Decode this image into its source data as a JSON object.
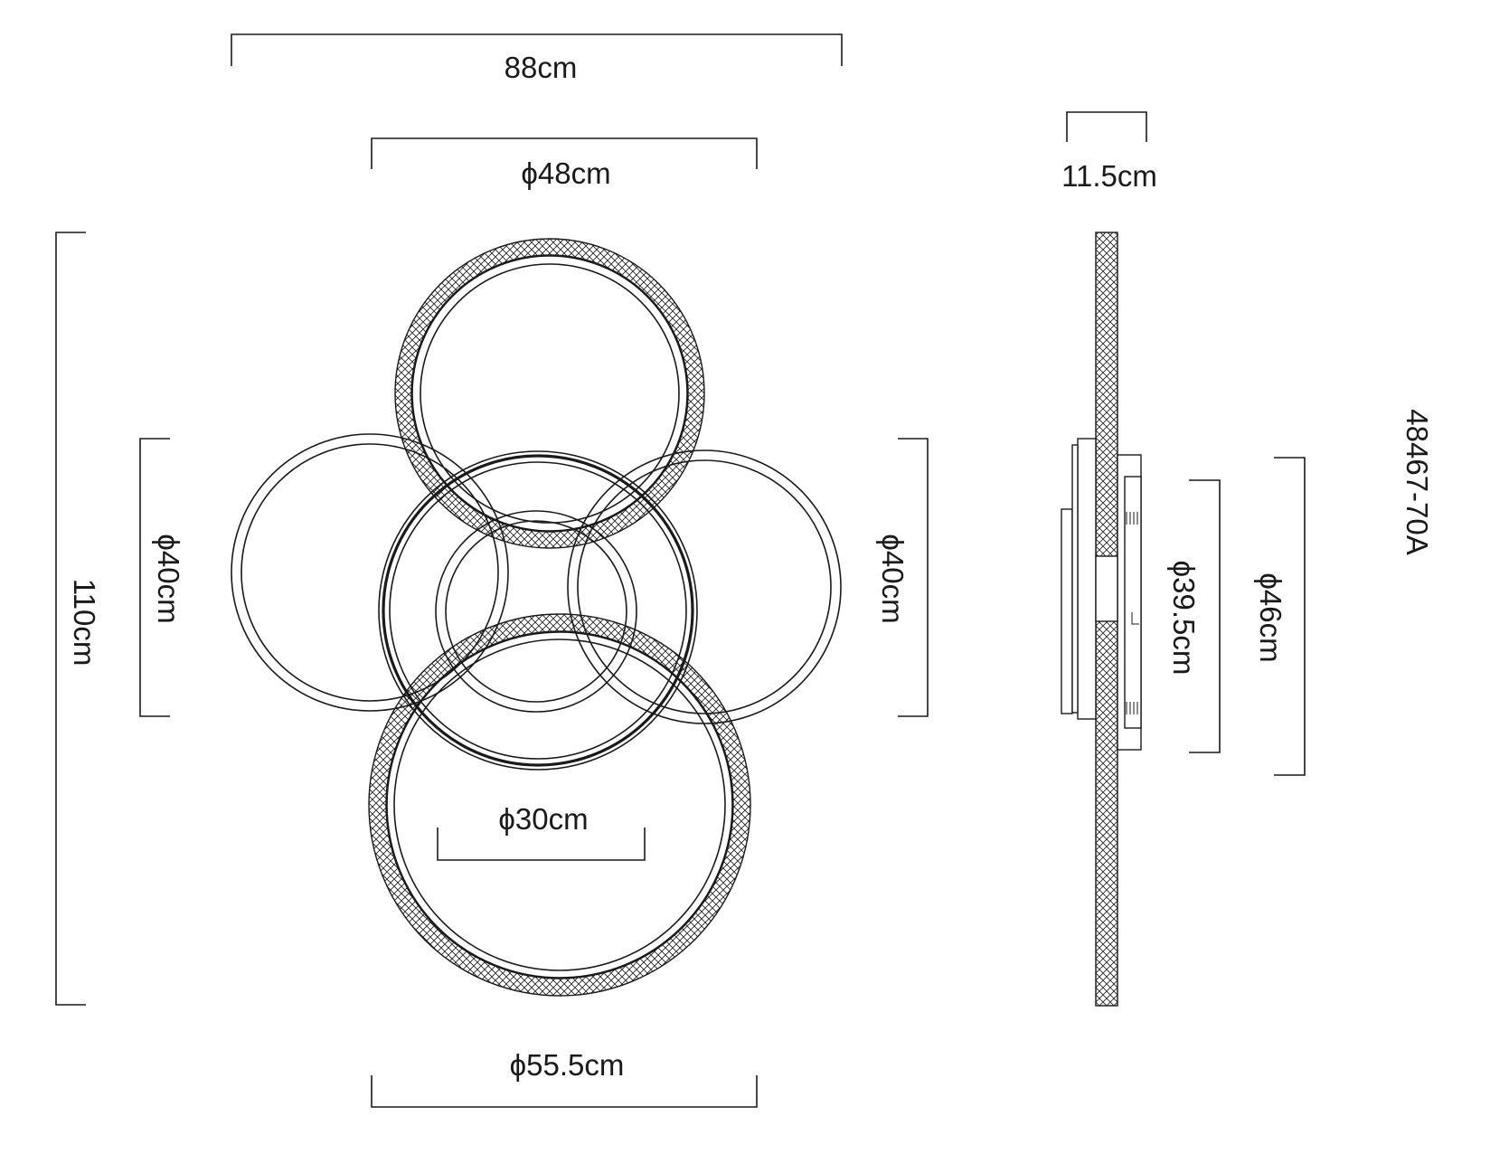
{
  "drawing": {
    "model": "48467-70A",
    "dimensions": {
      "overall_width": "88cm",
      "top_ring_diameter": "ϕ48cm",
      "depth": "11.5cm",
      "overall_height": "110cm",
      "left_ring_diameter": "ϕ40cm",
      "right_ring_diameter": "ϕ40cm",
      "center_ring_diameter": "ϕ30cm",
      "bottom_ring_diameter": "ϕ55.5cm",
      "canopy_inner_diameter": "ϕ39.5cm",
      "canopy_outer_diameter": "ϕ46cm"
    }
  }
}
